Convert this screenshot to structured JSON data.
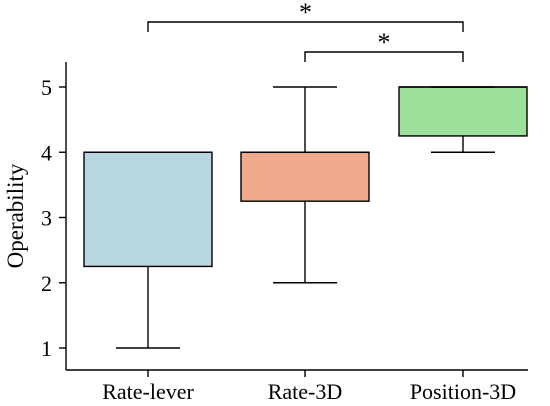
{
  "chart_data": {
    "type": "box",
    "xlabel": "",
    "ylabel": "Operability",
    "yticks": [
      1,
      2,
      3,
      4,
      5
    ],
    "ylim": [
      0.8,
      5.2
    ],
    "grid": false,
    "boxes": [
      {
        "category": "Rate-lever",
        "min": 1,
        "q1": 2.25,
        "median": 4,
        "q3": 4,
        "max": 4,
        "color": "#b7d6e0"
      },
      {
        "category": "Rate-3D",
        "min": 2,
        "q1": 3.25,
        "median": 4,
        "q3": 4,
        "max": 5,
        "color": "#f0a98a"
      },
      {
        "category": "Position-3D",
        "min": 4,
        "q1": 4.25,
        "median": 5,
        "q3": 5,
        "max": 5,
        "color": "#9de09a"
      }
    ],
    "significance": [
      {
        "from": "Rate-lever",
        "to": "Position-3D",
        "label": "*"
      },
      {
        "from": "Rate-3D",
        "to": "Position-3D",
        "label": "*"
      }
    ]
  }
}
